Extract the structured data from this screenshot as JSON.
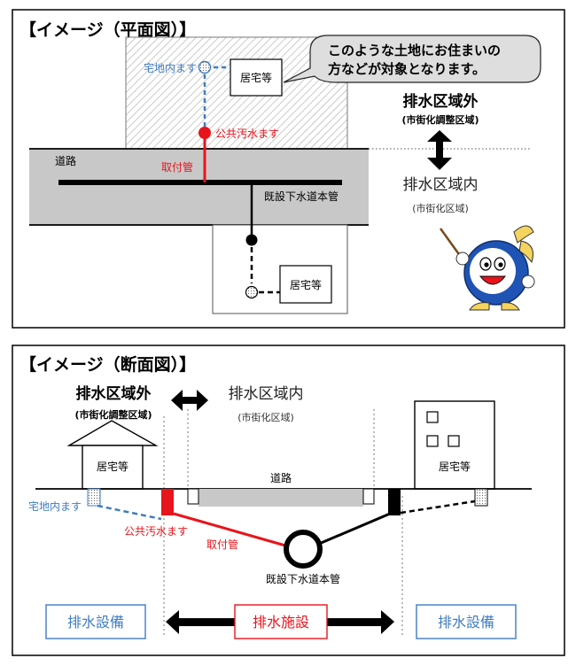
{
  "plan": {
    "title": "【イメージ（平面図）】",
    "callout_line1": "このような土地にお住まいの",
    "callout_line2": "方などが対象となります。",
    "outside_zone": "排水区域外",
    "outside_zone_sub": "(市街化調整区域)",
    "inside_zone": "排水区域内",
    "inside_zone_sub": "(市街化区域)",
    "road": "道路",
    "residence_top": "居宅等",
    "residence_bottom": "居宅等",
    "private_basin": "宅地内ます",
    "public_basin": "公共汚水ます",
    "lateral": "取付管",
    "main_sewer": "既設下水道本管"
  },
  "section": {
    "title": "【イメージ（断面図）】",
    "outside_zone": "排水区域外",
    "outside_zone_sub": "(市街化調整区域)",
    "inside_zone": "排水区域内",
    "inside_zone_sub": "(市街化区域)",
    "residence_left": "居宅等",
    "residence_right": "居宅等",
    "road": "道路",
    "private_basin": "宅地内ます",
    "public_basin": "公共汚水ます",
    "lateral": "取付管",
    "main_sewer": "既設下水道本管",
    "drainage_equipment_left": "排水設備",
    "drainage_facility": "排水施設",
    "drainage_equipment_right": "排水設備"
  },
  "colors": {
    "public_red": "#e8141c",
    "private_blue": "#3f7cc0",
    "road_gray": "#c8c8c8",
    "callout_gray": "#dedede",
    "box_blue": "#3f7cc0"
  }
}
